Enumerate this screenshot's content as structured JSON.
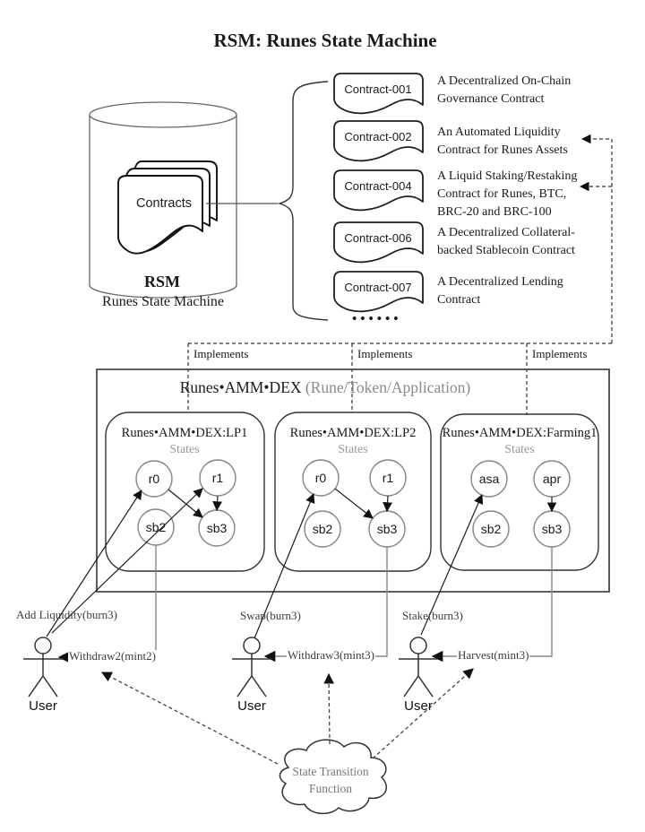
{
  "title": "RSM: Runes State Machine",
  "cylinder": {
    "stack_label": "Contracts",
    "name": "RSM",
    "caption": "Runes State Machine"
  },
  "contracts": [
    {
      "id": "Contract-001",
      "desc_lines": [
        "A Decentralized On-Chain",
        "Governance Contract"
      ]
    },
    {
      "id": "Contract-002",
      "desc_lines": [
        "An Automated Liquidity",
        "Contract for Runes Assets"
      ]
    },
    {
      "id": "Contract-004",
      "desc_lines": [
        "A Liquid Staking/Restaking",
        "Contract for Runes, BTC,",
        "BRC-20 and BRC-100"
      ]
    },
    {
      "id": "Contract-006",
      "desc_lines": [
        "A Decentralized Collateral-",
        "backed Stablecoin Contract"
      ]
    },
    {
      "id": "Contract-007",
      "desc_lines": [
        "A Decentralized Lending",
        "Contract"
      ]
    }
  ],
  "ellipsis": "••••••",
  "dex": {
    "implements_label": "Implements",
    "title_main": "Runes•AMM•DEX",
    "title_paren": " (Rune/Token/Application)",
    "machines": [
      {
        "name": "Runes•AMM•DEX:LP1",
        "states_label": "States",
        "states": [
          "r0",
          "r1",
          "sb2",
          "sb3"
        ]
      },
      {
        "name": "Runes•AMM•DEX:LP2",
        "states_label": "States",
        "states": [
          "r0",
          "r1",
          "sb2",
          "sb3"
        ]
      },
      {
        "name": "Runes•AMM•DEX:Farming1",
        "states_label": "States",
        "states": [
          "asa",
          "apr",
          "sb2",
          "sb3"
        ]
      }
    ]
  },
  "actors": [
    {
      "label": "User",
      "action_in": "Add Liquidity(burn3)",
      "action_out": "Withdraw2(mint2)"
    },
    {
      "label": "User",
      "action_in": "Swap(burn3)",
      "action_out": "Withdraw3(mint3)"
    },
    {
      "label": "User",
      "action_in": "Stake(burn3)",
      "action_out": "Harvest(mint3)"
    }
  ],
  "cloud": {
    "lines": [
      "State Transition",
      "Function"
    ]
  },
  "colors": {
    "ink": "#1a1a1a",
    "gray_text": "#8a8a8a",
    "gray_line": "#888888",
    "dash_line": "#333333"
  }
}
